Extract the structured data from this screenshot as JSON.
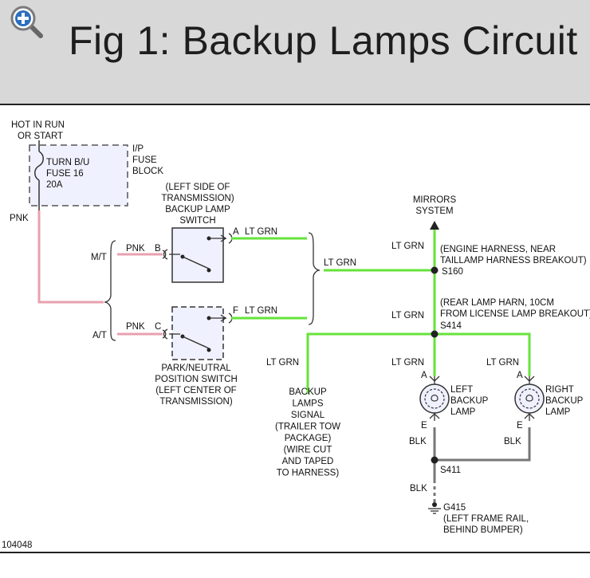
{
  "header": {
    "title": "Fig 1: Backup Lamps Circuit",
    "zoom_icon": "zoom-in-icon"
  },
  "diagram": {
    "hot_in_run": [
      "HOT IN RUN",
      "OR START"
    ],
    "fuse": [
      "TURN B/U",
      "FUSE 16",
      "20A"
    ],
    "fuse_block": [
      "I/P",
      "FUSE",
      "BLOCK"
    ],
    "pnk_main": "PNK",
    "backup_switch": [
      "(LEFT SIDE OF",
      "TRANSMISSION)",
      "BACKUP LAMP",
      "SWITCH"
    ],
    "mt": "M/T",
    "at": "A/T",
    "pnk_b": "PNK",
    "b": "B",
    "pnk_c": "PNK",
    "c": "C",
    "a_switch": "A",
    "f_switch": "F",
    "lt_grn_a": "LT GRN",
    "lt_grn_f": "LT GRN",
    "lt_grn_mid": "LT GRN",
    "park_switch": [
      "PARK/NEUTRAL",
      "POSITION SWITCH",
      "(LEFT CENTER OF",
      "TRANSMISSION)"
    ],
    "mirrors": [
      "MIRRORS",
      "SYSTEM"
    ],
    "lt_grn_top": "LT GRN",
    "s160_note": [
      "(ENGINE HARNESS, NEAR",
      "TAILLAMP HARNESS BREAKOUT)"
    ],
    "s160": "S160",
    "s414_note": [
      "(REAR LAMP HARN, 10CM",
      "FROM LICENSE LAMP BREAKOUT)"
    ],
    "lt_grn_s414": "LT GRN",
    "s414": "S414",
    "lt_grn_tow": "LT GRN",
    "tow": [
      "BACKUP",
      "LAMPS",
      "SIGNAL",
      "(TRAILER TOW",
      "PACKAGE)",
      "(WIRE CUT",
      "AND TAPED",
      "TO HARNESS)"
    ],
    "lt_grn_left": "LT GRN",
    "lt_grn_right": "LT GRN",
    "a_left": "A",
    "a_right": "A",
    "left_lamp": [
      "LEFT",
      "BACKUP",
      "LAMP"
    ],
    "right_lamp": [
      "RIGHT",
      "BACKUP",
      "LAMP"
    ],
    "e_left": "E",
    "e_right": "E",
    "blk_left": "BLK",
    "blk_right": "BLK",
    "s411": "S411",
    "blk_ground": "BLK",
    "g415": [
      "G415",
      "(LEFT FRAME RAIL,",
      "BEHIND BUMPER)"
    ],
    "code": "104048"
  },
  "colors": {
    "lt_grn_wire": "#66e33a",
    "pnk_wire": "#e8a0b0",
    "blk_wire": "#777777",
    "component_fill": "#f0f1ff"
  }
}
